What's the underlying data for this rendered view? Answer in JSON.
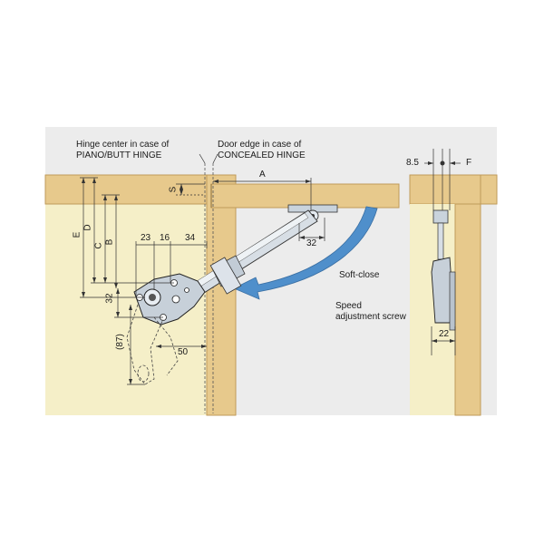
{
  "labels": {
    "hinge_center_line1": "Hinge center  in case of",
    "hinge_center_line2": "PIANO/BUTT HINGE",
    "door_edge_line1": "Door edge in case of",
    "door_edge_line2": "CONCEALED HINGE",
    "soft_close": "Soft-close",
    "speed_line1": "Speed",
    "speed_line2": "adjustment screw"
  },
  "dimensions": {
    "A": "A",
    "S": "S",
    "E": "E",
    "D": "D",
    "C": "C",
    "B": "B",
    "d23": "23",
    "d16": "16",
    "d34": "34",
    "d32_top": "32",
    "d32_left": "32",
    "d87": "(87)",
    "d50": "50",
    "d8_5": "8.5",
    "F": "F",
    "d22": "22"
  },
  "colors": {
    "background": "#ececec",
    "cabinet_wall": "#f5efc8",
    "wood": "#e7c98c",
    "wood_edge": "#bf9a5a",
    "arrow_blue": "#4f8fcb",
    "metal": "#c9d3dc",
    "line": "#333333"
  }
}
